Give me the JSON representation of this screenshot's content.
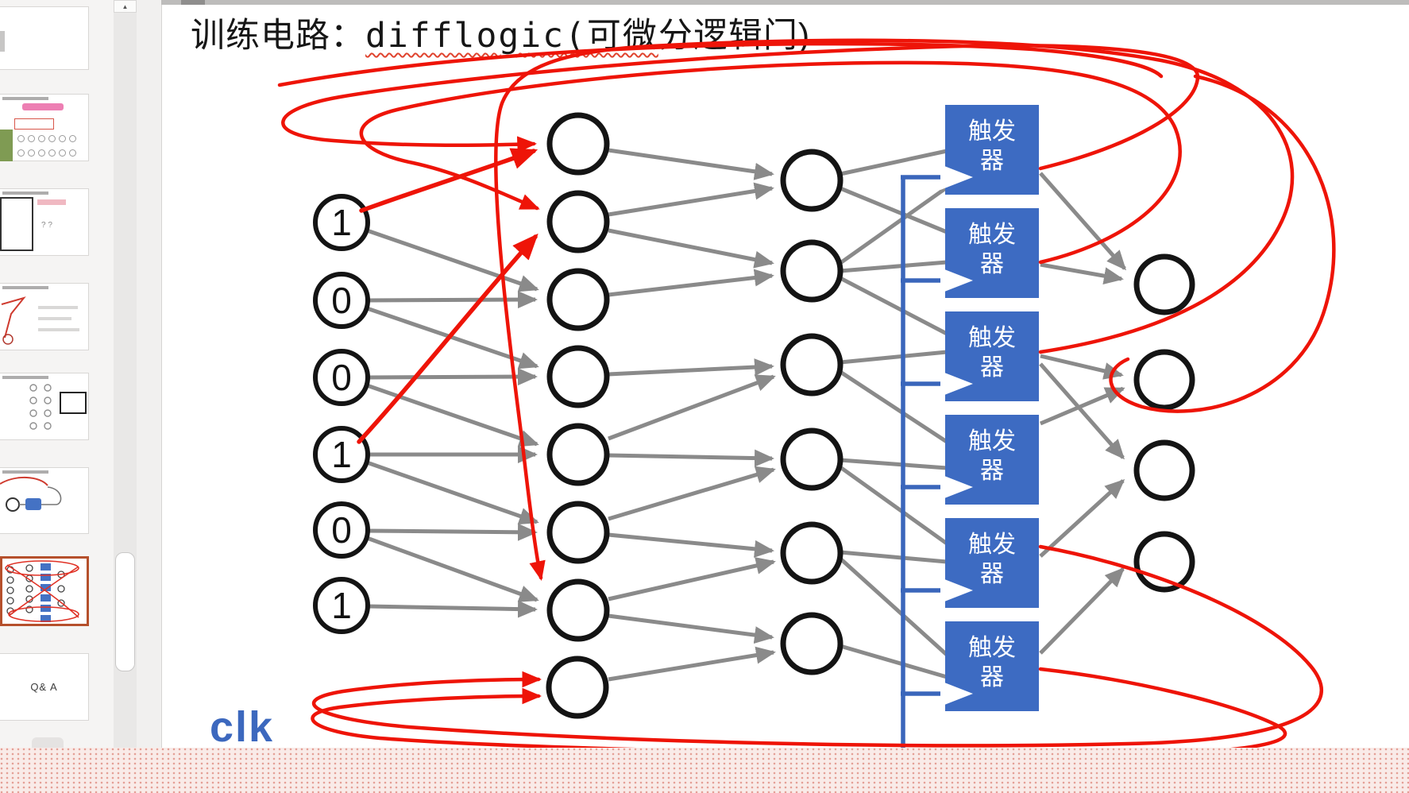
{
  "header": {
    "title_prefix": "训练电路：",
    "title_underlined": "difflogic(可微",
    "title_rest": "分逻辑门)"
  },
  "diagram": {
    "input_bits": [
      "1",
      "0",
      "0",
      "1",
      "0",
      "1"
    ],
    "flip_flop_line1": "触发",
    "flip_flop_line2": "器",
    "clk_label": "clk",
    "counts": {
      "inputs": 6,
      "hidden_layer1": 8,
      "hidden_layer2": 6,
      "flip_flops": 6,
      "outputs": 4
    }
  },
  "sidebar": {
    "qa_slide_label": "Q& A"
  },
  "colors": {
    "annotation_red": "#ee1408",
    "flip_flop_blue": "#3d6bc2",
    "clk_blue": "#3a66bb",
    "edge_gray": "#8a8a8a",
    "node_stroke": "#141414",
    "selected_thumb_border": "#b5502c",
    "banner_pink": "#f9ebe8"
  }
}
